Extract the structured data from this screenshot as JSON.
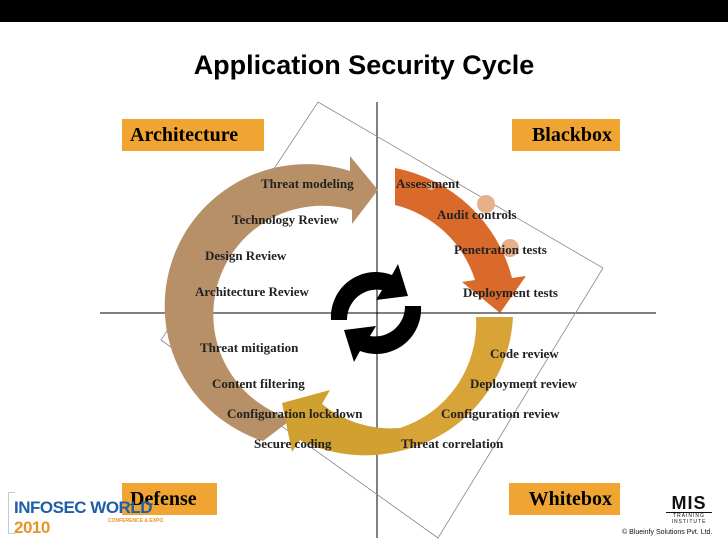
{
  "title": "Application Security Cycle",
  "corners": {
    "architecture": "Architecture",
    "blackbox": "Blackbox",
    "defense": "Defense",
    "whitebox": "Whitebox"
  },
  "labels": {
    "threat_modeling": "Threat modeling",
    "technology_review": "Technology Review",
    "design_review": "Design Review",
    "architecture_review": "Architecture Review",
    "assessment": "Assessment",
    "audit_controls": "Audit controls",
    "penetration_tests": "Penetration tests",
    "deployment_tests": "Deployment tests",
    "code_review": "Code review",
    "deployment_review": "Deployment review",
    "configuration_review": "Configuration review",
    "threat_correlation": "Threat correlation",
    "threat_mitigation": "Threat mitigation",
    "content_filtering": "Content filtering",
    "configuration_lockdown": "Configuration lockdown",
    "secure_coding": "Secure coding"
  },
  "logos": {
    "infosec_main": "INFOSEC WORLD",
    "infosec_year": "2010",
    "infosec_sub": "CONFERENCE & EXPO",
    "mis_main": "MIS",
    "mis_sub": "TRAINING INSTITUTE"
  },
  "copyright": "© Blueinfy Solutions Pvt. Ltd.",
  "colors": {
    "corner_box": "#f0a533",
    "arrow_architecture": "#b89068",
    "arrow_blackbox": "#d96a2b",
    "arrow_whitebox": "#d8a438",
    "arrow_defense": "#d0a030",
    "center_icon": "#000000"
  }
}
